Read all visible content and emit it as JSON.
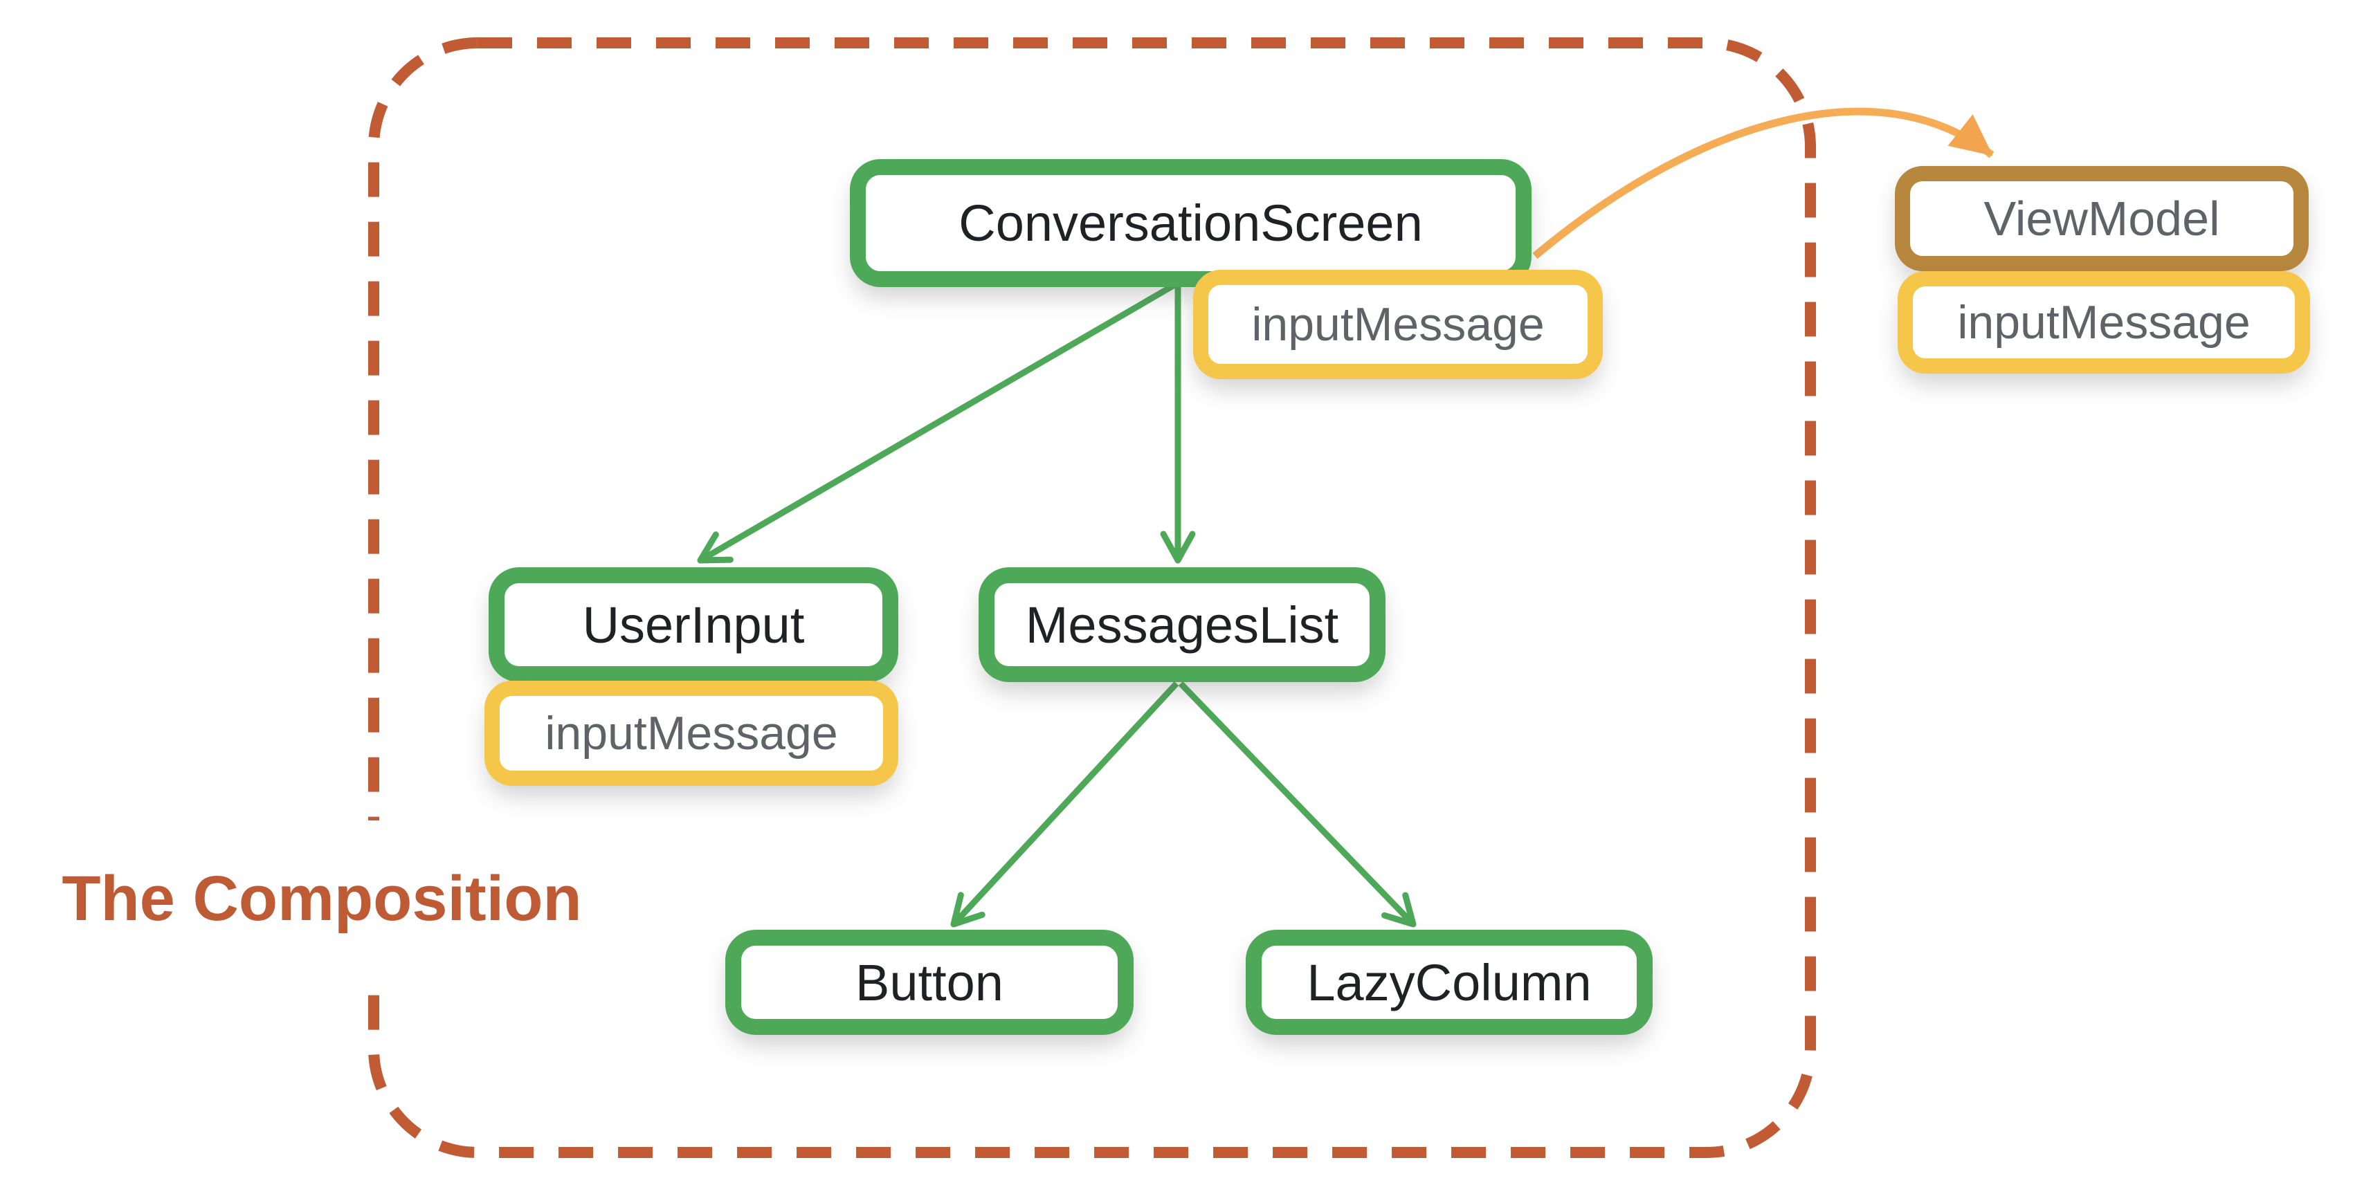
{
  "caption": {
    "text": "The Composition",
    "color": "#BE5B35"
  },
  "colors": {
    "composable_border_green": "#4DA858",
    "state_border_yellow": "#F6C64A",
    "viewmodel_border_brown": "#B8873E",
    "state_flow_arrow_orange": "#F6AC55",
    "composition_boundary_brick": "#C15B33",
    "composable_text": "#1F2124",
    "state_text_gray": "#5F6368"
  },
  "nodes": {
    "conversationScreen": {
      "label": "ConversationScreen",
      "kind": "composable"
    },
    "conversationScreenState": {
      "label": "inputMessage",
      "kind": "state"
    },
    "userInput": {
      "label": "UserInput",
      "kind": "composable"
    },
    "userInputState": {
      "label": "inputMessage",
      "kind": "state"
    },
    "messagesList": {
      "label": "MessagesList",
      "kind": "composable"
    },
    "button": {
      "label": "Button",
      "kind": "composable"
    },
    "lazyColumn": {
      "label": "LazyColumn",
      "kind": "composable"
    },
    "viewModel": {
      "label": "ViewModel",
      "kind": "viewmodel"
    },
    "viewModelState": {
      "label": "inputMessage",
      "kind": "state"
    }
  },
  "edges": [
    {
      "from": "ConversationScreen",
      "to": "UserInput",
      "style": "green-arrow"
    },
    {
      "from": "ConversationScreen",
      "to": "MessagesList",
      "style": "green-arrow"
    },
    {
      "from": "MessagesList",
      "to": "Button",
      "style": "green-arrow"
    },
    {
      "from": "MessagesList",
      "to": "LazyColumn",
      "style": "green-arrow"
    },
    {
      "from": "ConversationScreen",
      "to": "ViewModel",
      "style": "orange-curved-arrow"
    }
  ]
}
